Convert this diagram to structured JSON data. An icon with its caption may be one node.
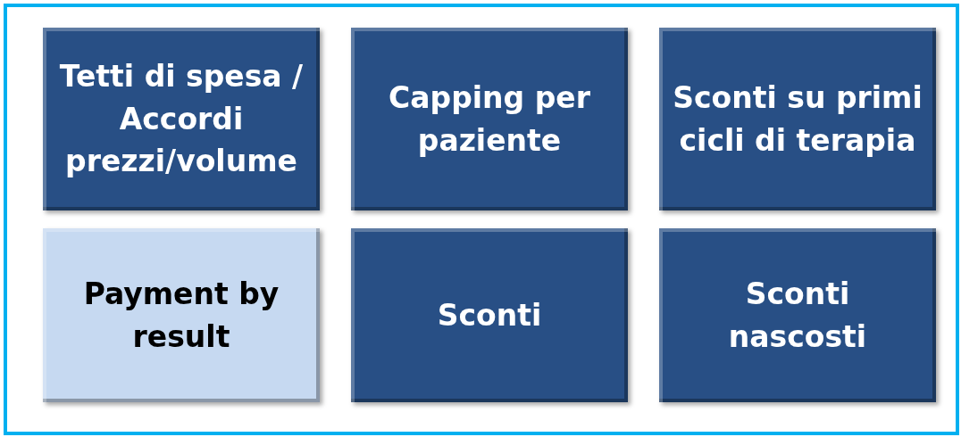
{
  "diagram": {
    "nodes": [
      {
        "text": [
          "Tetti di spesa / Accordi prezzi/volume"
        ]
      },
      {
        "text": [
          "Capping per paziente"
        ]
      },
      {
        "text": [
          "Sconti su primi cicli di terapia"
        ]
      },
      {
        "text": [
          "Payment by result"
        ]
      },
      {
        "text": [
          "Sconti"
        ]
      },
      {
        "text": [
          "Sconti nascosti"
        ]
      }
    ]
  }
}
